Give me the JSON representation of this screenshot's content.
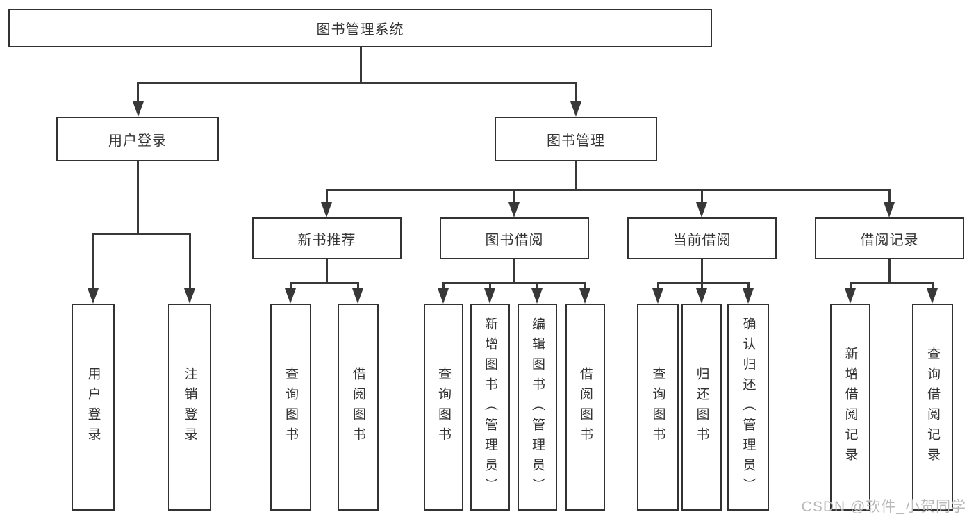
{
  "diagram": {
    "title": "图书管理系统",
    "nodes": {
      "root": "图书管理系统",
      "level2": [
        "用户登录",
        "图书管理"
      ],
      "level3": [
        "新书推荐",
        "图书借阅",
        "当前借阅",
        "借阅记录"
      ],
      "leaves_login": [
        "用户登录",
        "注销登录"
      ],
      "leaves_newbook": [
        "查询图书",
        "借阅图书"
      ],
      "leaves_borrow": [
        "查询图书",
        "新增图书（管理员）",
        "编辑图书（管理员）",
        "借阅图书"
      ],
      "leaves_current": [
        "查询图书",
        "归还图书",
        "确认归还（管理员）"
      ],
      "leaves_records": [
        "新增借阅记录",
        "查询借阅记录"
      ]
    },
    "colors": {
      "line": "#383838",
      "border": "#323232",
      "text": "#333333",
      "background": "#ffffff",
      "watermark": "#b9b9b9"
    }
  },
  "watermark": {
    "text": "CSDN @软件_小贺同学"
  }
}
